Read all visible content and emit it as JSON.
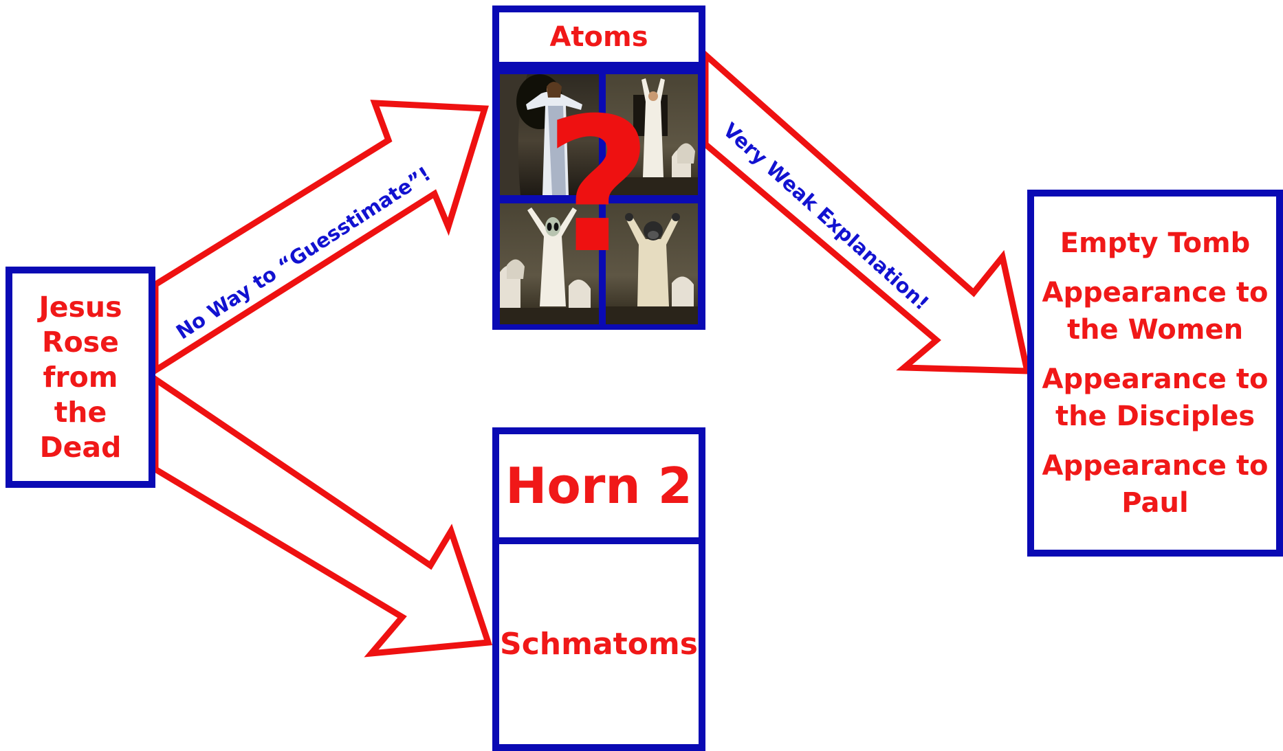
{
  "source_box": {
    "lines": [
      "Jesus",
      "Rose",
      "from",
      "the",
      "Dead"
    ]
  },
  "atoms_box": {
    "title": "Atoms",
    "images": [
      {
        "icon": "risen-figure-tomb-image"
      },
      {
        "icon": "risen-figure-arms-raised-image"
      },
      {
        "icon": "alien-figure-tomb-image"
      },
      {
        "icon": "gorilla-figure-tomb-image"
      }
    ],
    "overlay_symbol": "?"
  },
  "horn_box": {
    "title": "Horn 2",
    "body": "Schmatoms"
  },
  "evidence_box": {
    "items": [
      {
        "lines": [
          "Empty Tomb"
        ]
      },
      {
        "lines": [
          "Appearance to",
          "the Women"
        ]
      },
      {
        "lines": [
          "Appearance to",
          "the Disciples"
        ]
      },
      {
        "lines": [
          "Appearance to",
          "Paul"
        ]
      }
    ]
  },
  "arrow_labels": {
    "guess": "No Way to “Guesstimate”!",
    "weak": "Very Weak Explanation!"
  },
  "colors": {
    "box_border": "#0a0ab4",
    "text_red": "#f01818",
    "arrow_outline": "#ee1111",
    "arrow_label": "#1212d0"
  }
}
